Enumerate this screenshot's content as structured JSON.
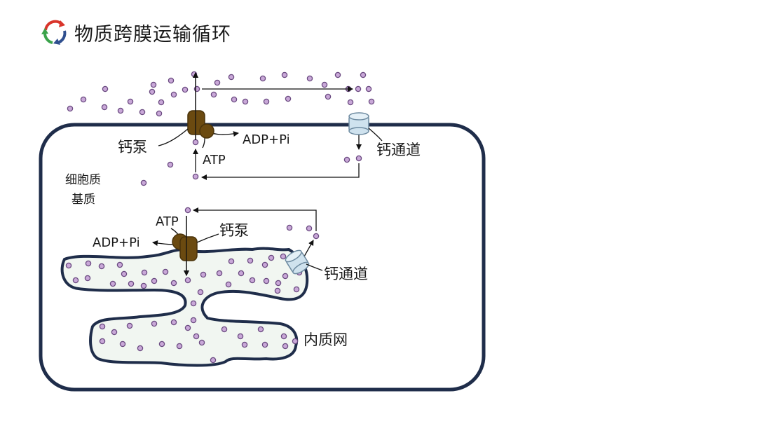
{
  "title": "物质跨膜运输循环",
  "colors": {
    "membrane": "#1f2d4a",
    "er_fill": "#f1f6f1",
    "ion_fill": "#c9a8d8",
    "ion_stroke": "#6a4a80",
    "pump": "#6b4a10",
    "channel": "#cfe2ee",
    "cycle_red": "#d9352b",
    "cycle_green": "#3aa34a",
    "cycle_blue": "#2f4f8f"
  },
  "labels": {
    "pump_top": "钙泵",
    "atp_top": "ATP",
    "adp_top": "ADP+Pi",
    "channel_top": "钙通道",
    "cytoplasm_line1": "细胞质",
    "cytoplasm_line2": "基质",
    "atp_er": "ATP",
    "pump_er": "钙泵",
    "adp_er": "ADP+Pi",
    "channel_er": "钙通道",
    "er": "内质网"
  }
}
